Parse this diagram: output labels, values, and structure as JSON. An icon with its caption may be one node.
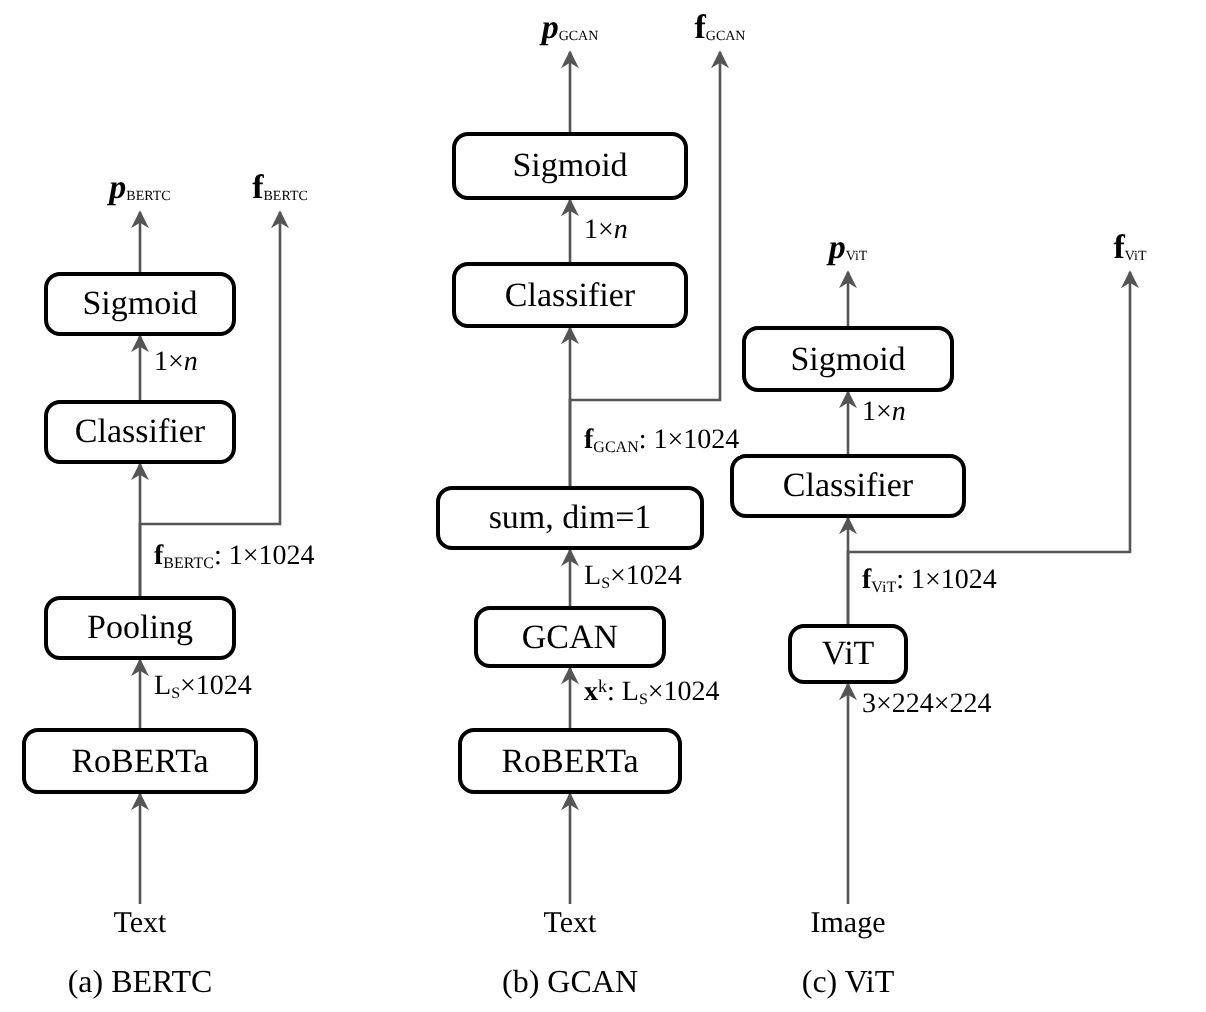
{
  "diagram": {
    "nodes": [
      {
        "text": [
          "Text"
        ]
      },
      {
        "text": [
          "RoBERTa"
        ]
      },
      {
        "text": [
          "Pooling"
        ]
      },
      {
        "text": [
          "Classifier"
        ]
      },
      {
        "text": [
          "Sigmoid"
        ]
      },
      {
        "text": [
          "*p*$_{BERTC}$"
        ]
      },
      {
        "text": [
          "f$_{BERTC}$"
        ]
      },
      {
        "text": [
          "Text"
        ]
      },
      {
        "text": [
          "RoBERTa"
        ]
      },
      {
        "text": [
          "GCAN"
        ]
      },
      {
        "text": [
          "sum, dim=1"
        ]
      },
      {
        "text": [
          "Classifier"
        ]
      },
      {
        "text": [
          "Sigmoid"
        ]
      },
      {
        "text": [
          "*p*$_{GCAN}$"
        ]
      },
      {
        "text": [
          "f$_{GCAN}$"
        ]
      },
      {
        "text": [
          "Image"
        ]
      },
      {
        "text": [
          "ViT"
        ]
      },
      {
        "text": [
          "Classifier"
        ]
      },
      {
        "text": [
          "Sigmoid"
        ]
      },
      {
        "text": [
          "*p*$_{ViT}$"
        ]
      },
      {
        "text": [
          "f$_{ViT}$"
        ]
      }
    ],
    "edges": [
      {
        "from": 0,
        "to": 1,
        "arrow": "to"
      },
      {
        "from": 1,
        "to": 2,
        "arrow": "to",
        "label": "L$_{S}$×1024"
      },
      {
        "from": 2,
        "to": 3,
        "arrow": "to",
        "label": "**f**$_{BERTC}$: 1×1024"
      },
      {
        "from": 3,
        "to": 4,
        "arrow": "to",
        "label": "1×*n*"
      },
      {
        "from": 4,
        "to": 5,
        "arrow": "to"
      },
      {
        "from": 2,
        "to": 6,
        "arrow": "to"
      },
      {
        "from": 7,
        "to": 8,
        "arrow": "to"
      },
      {
        "from": 8,
        "to": 9,
        "arrow": "to",
        "label": "**x**$^{k}$: L$_{S}$×1024"
      },
      {
        "from": 9,
        "to": 10,
        "arrow": "to",
        "label": "L$_{S}$×1024"
      },
      {
        "from": 10,
        "to": 11,
        "arrow": "to",
        "label": "**f**$_{GCAN}$: 1×1024"
      },
      {
        "from": 11,
        "to": 12,
        "arrow": "to",
        "label": "1×*n*"
      },
      {
        "from": 12,
        "to": 13,
        "arrow": "to"
      },
      {
        "from": 10,
        "to": 14,
        "arrow": "to"
      },
      {
        "from": 15,
        "to": 16,
        "arrow": "to",
        "label": "3×224×224"
      },
      {
        "from": 16,
        "to": 17,
        "arrow": "to",
        "label": "**f**$_{ViT}$: 1×1024"
      },
      {
        "from": 17,
        "to": 18,
        "arrow": "to",
        "label": "1×*n*"
      },
      {
        "from": 18,
        "to": 19,
        "arrow": "to"
      },
      {
        "from": 16,
        "to": 20,
        "arrow": "to"
      }
    ],
    "labels": [
      "(a) BERTC",
      "(b) GCAN",
      "(c) ViT"
    ]
  }
}
